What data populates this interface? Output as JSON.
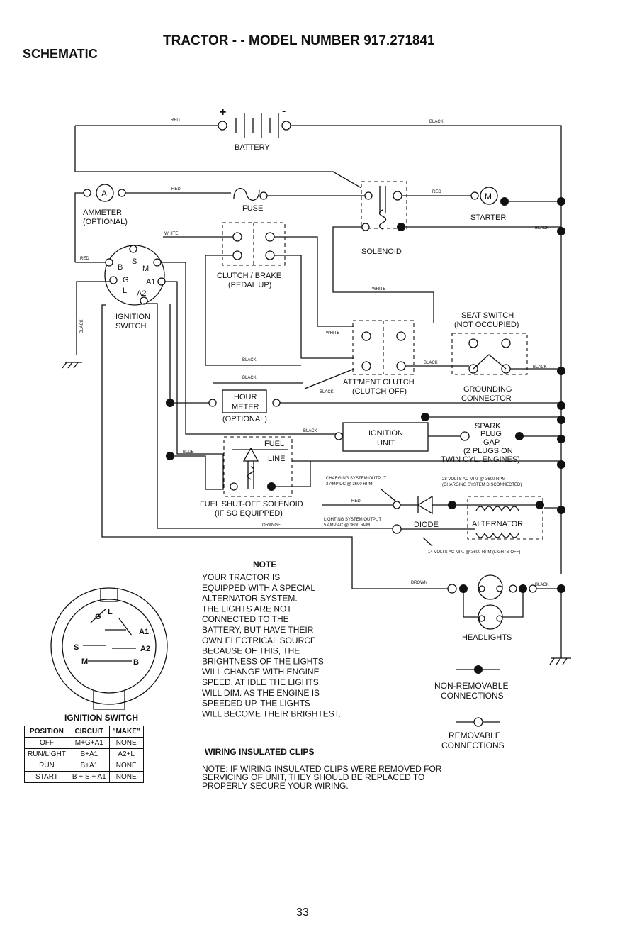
{
  "header": {
    "section": "SCHEMATIC",
    "title": "TRACTOR - - MODEL NUMBER 917.271841"
  },
  "components": {
    "battery": "BATTERY",
    "battery_pos": "+",
    "battery_neg": "-",
    "ammeter_symbol": "A",
    "ammeter": [
      "AMMETER",
      "(OPTIONAL)"
    ],
    "fuse": "FUSE",
    "solenoid": "SOLENOID",
    "starter_symbol": "M",
    "starter": "STARTER",
    "clutch_brake": [
      "CLUTCH / BRAKE",
      "(PEDAL UP)"
    ],
    "ignition_switch": [
      "IGNITION",
      "SWITCH"
    ],
    "switch_terminals": [
      "B",
      "S",
      "M",
      "G",
      "A1",
      "L",
      "A2"
    ],
    "seat_switch": [
      "SEAT SWITCH",
      "(NOT OCCUPIED)"
    ],
    "attment_clutch": [
      "ATT'MENT CLUTCH",
      "(CLUTCH OFF)"
    ],
    "grounding_connector": [
      "GROUNDING",
      "CONNECTOR"
    ],
    "hour_meter": [
      "HOUR",
      "METER"
    ],
    "hour_meter_optional": "(OPTIONAL)",
    "ignition_unit": [
      "IGNITION",
      "UNIT"
    ],
    "spark_plug": [
      "SPARK",
      "PLUG",
      "GAP",
      "(2 PLUGS ON",
      "TWIN CYL. ENGINES)"
    ],
    "fuel_line": [
      "FUEL",
      "LINE"
    ],
    "fuel_solenoid": [
      "FUEL SHUT-OFF SOLENOID",
      "(IF SO EQUIPPED)"
    ],
    "diode": "DIODE",
    "alternator": "ALTERNATOR",
    "headlights": "HEADLIGHTS"
  },
  "wire_colors": {
    "red": "RED",
    "black": "BLACK",
    "white": "WHITE",
    "blue": "BLUE",
    "orange": "ORANGE",
    "brown": "BROWN"
  },
  "specs": {
    "charging_output": [
      "CHARGING SYSTEM OUTPUT",
      "3 AMP DC @ 3600 RPM"
    ],
    "lighting_output": [
      "LIGHTING SYSTEM OUTPUT",
      "5 AMP AC @ 3600 RPM"
    ],
    "volts_28": [
      "28 VOLTS AC MIN. @ 3600 RPM",
      "(CHARGING SYSTEM DISCONNECTED)"
    ],
    "volts_14": "14 VOLTS AC MIN. @ 3600 RPM (LIGHTS OFF)"
  },
  "note": {
    "heading": "NOTE",
    "lines": [
      "YOUR TRACTOR IS",
      "EQUIPPED WITH A SPECIAL",
      "ALTERNATOR SYSTEM.",
      "THE LIGHTS ARE NOT",
      "CONNECTED TO THE",
      "BATTERY, BUT HAVE THEIR",
      "OWN ELECTRICAL SOURCE.",
      "BECAUSE OF THIS, THE",
      "BRIGHTNESS OF THE LIGHTS",
      "WILL CHANGE WITH ENGINE",
      "SPEED.  AT IDLE THE LIGHTS",
      "WILL DIM.  AS THE ENGINE IS",
      "SPEEDED UP, THE LIGHTS",
      "WILL BECOME THEIR BRIGHTEST."
    ]
  },
  "legend": {
    "non_removable": [
      "NON-REMOVABLE",
      "CONNECTIONS"
    ],
    "removable": [
      "REMOVABLE",
      "CONNECTIONS"
    ]
  },
  "clips": {
    "heading": "WIRING INSULATED CLIPS",
    "lines": [
      "NOTE: IF WIRING INSULATED CLIPS WERE REMOVED FOR",
      "SERVICING OF UNIT, THEY SHOULD BE REPLACED TO",
      "PROPERLY SECURE YOUR WIRING."
    ]
  },
  "connector_view": {
    "caption": "IGNITION SWITCH",
    "pins": [
      "G",
      "L",
      "A1",
      "S",
      "A2",
      "M",
      "B"
    ]
  },
  "switch_table": {
    "headers": [
      "POSITION",
      "CIRCUIT",
      "\"MAKE\""
    ],
    "rows": [
      [
        "OFF",
        "M+G+A1",
        "NONE"
      ],
      [
        "RUN/LIGHT",
        "B+A1",
        "A2+L"
      ],
      [
        "RUN",
        "B+A1",
        "NONE"
      ],
      [
        "START",
        "B + S + A1",
        "NONE"
      ]
    ]
  },
  "page_number": "33"
}
